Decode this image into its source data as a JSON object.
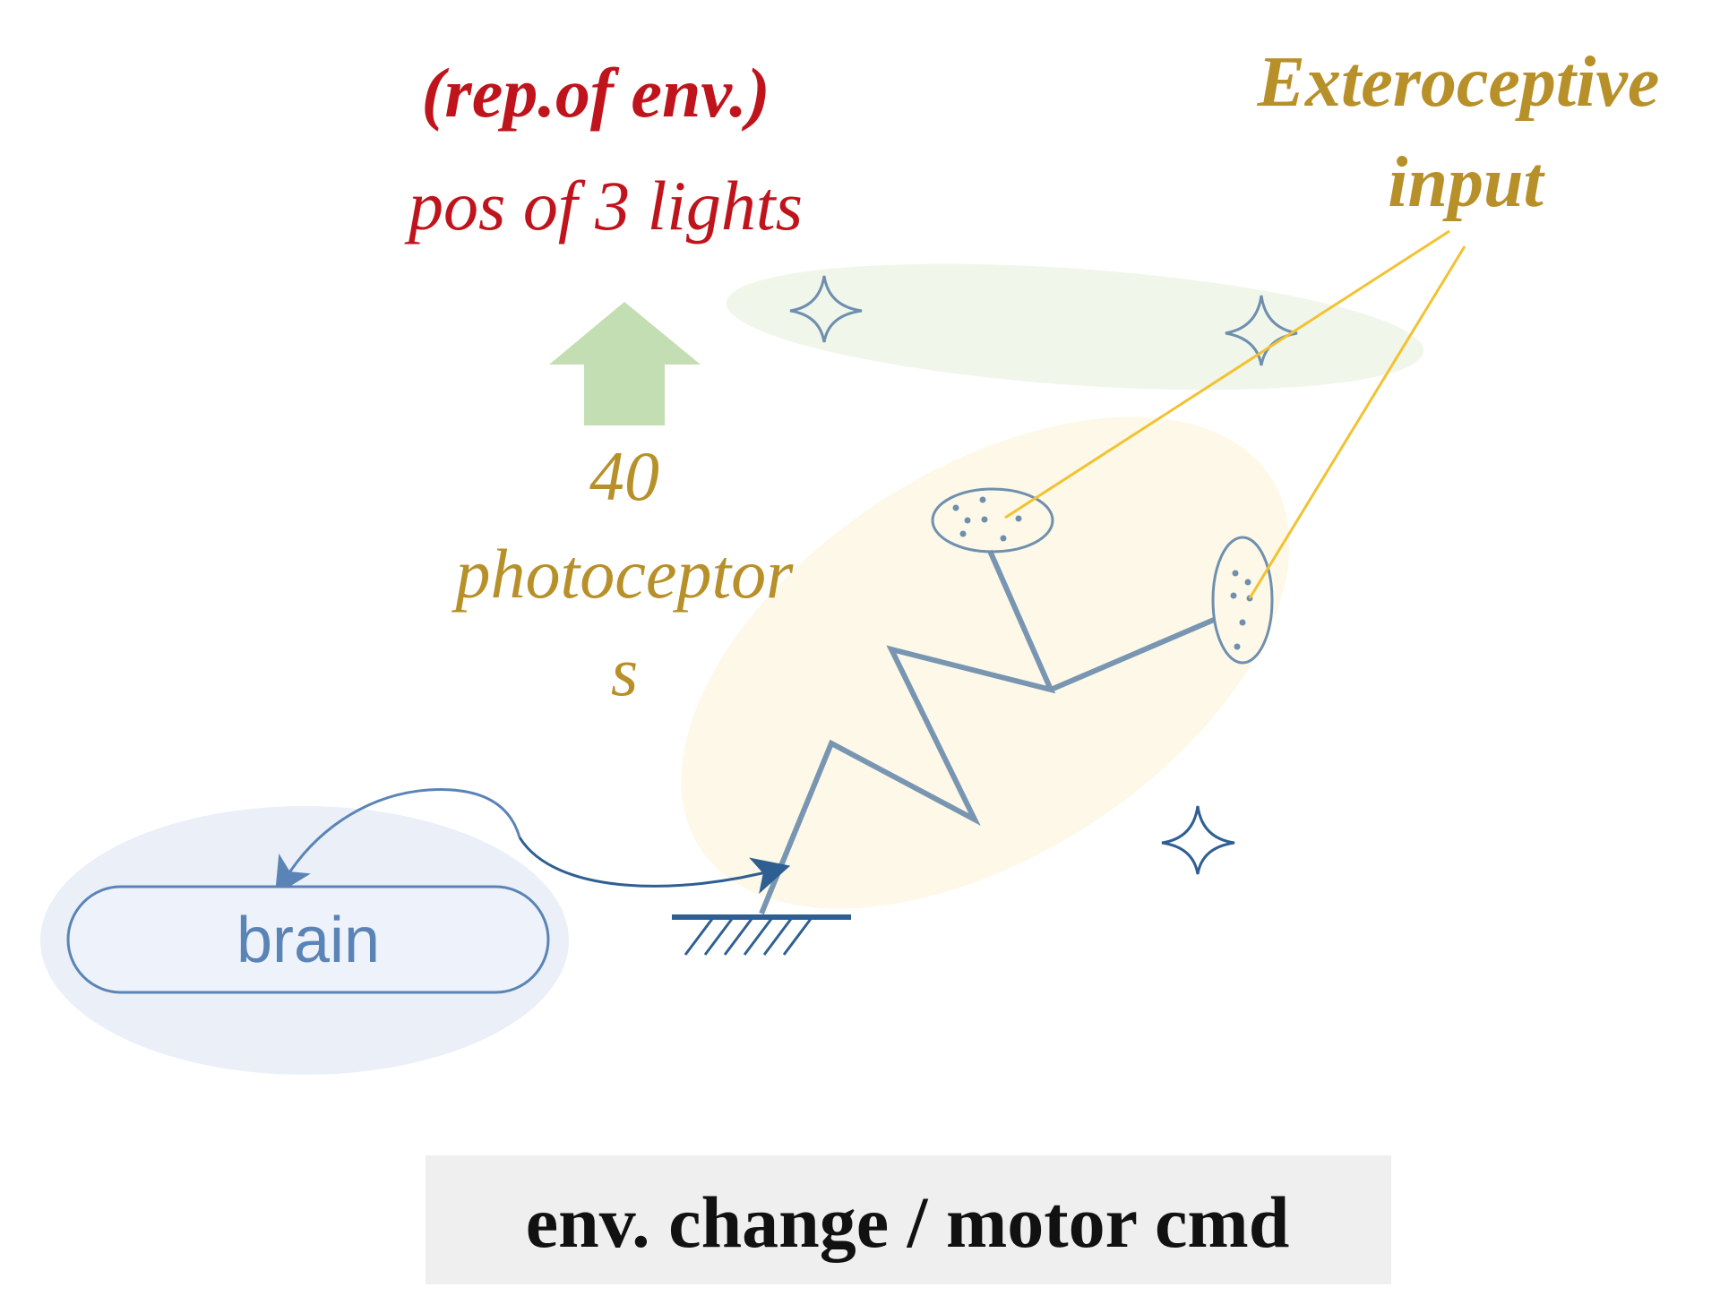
{
  "labels": {
    "rep_of_env": "(rep.of env.)",
    "pos_of_lights": "pos of 3 lights",
    "exteroceptive_line1": "Exteroceptive",
    "exteroceptive_line2": "input",
    "photoceptors_line1": "40",
    "photoceptors_line2": "photoceptor",
    "photoceptors_line3": "s",
    "brain": "brain",
    "bottom_caption": "env. change / motor cmd"
  },
  "colors": {
    "red_text": "#c0141c",
    "gold_text": "#b8902a",
    "gold_line": "#f2c230",
    "arm_blue": "#6f8fae",
    "dark_blue": "#2f5f92",
    "brain_blue": "#5a84b6",
    "green_arrow": "#c4deb3",
    "green_ellipse": "#eef5e8",
    "yellow_ellipse": "#fdf8e8",
    "blue_ellipse": "#e9eef8",
    "caption_box": "#efefef"
  },
  "icons": {
    "light_star": "four-point-star-icon",
    "ground": "ground-hatch-icon",
    "up_arrow": "up-arrow-icon"
  }
}
